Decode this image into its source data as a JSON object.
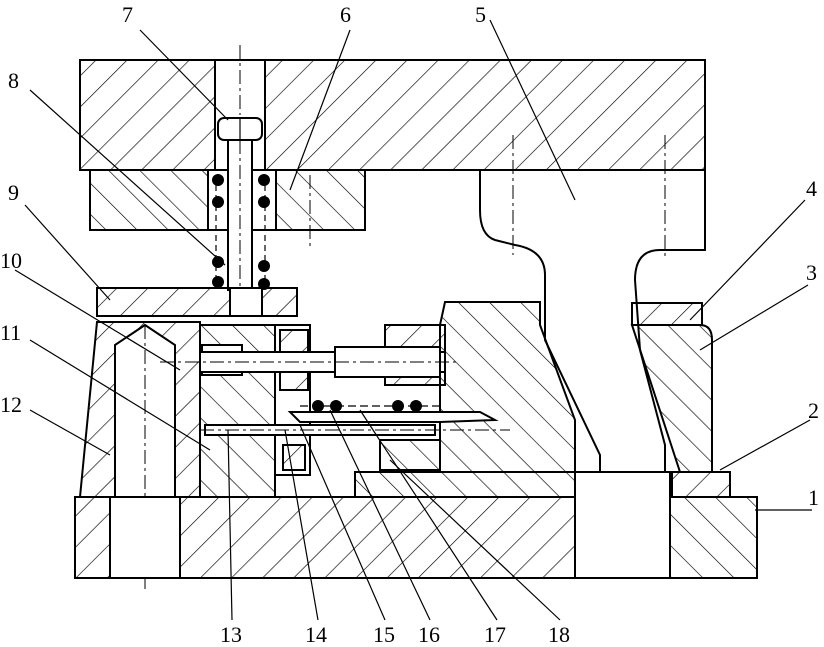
{
  "callouts": [
    {
      "id": "c1",
      "label": "1"
    },
    {
      "id": "c2",
      "label": "2"
    },
    {
      "id": "c3",
      "label": "3"
    },
    {
      "id": "c4",
      "label": "4"
    },
    {
      "id": "c5",
      "label": "5"
    },
    {
      "id": "c6",
      "label": "6"
    },
    {
      "id": "c7",
      "label": "7"
    },
    {
      "id": "c8",
      "label": "8"
    },
    {
      "id": "c9",
      "label": "9"
    },
    {
      "id": "c10",
      "label": "10"
    },
    {
      "id": "c11",
      "label": "11"
    },
    {
      "id": "c12",
      "label": "12"
    },
    {
      "id": "c13",
      "label": "13"
    },
    {
      "id": "c14",
      "label": "14"
    },
    {
      "id": "c15",
      "label": "15"
    },
    {
      "id": "c16",
      "label": "16"
    },
    {
      "id": "c17",
      "label": "17"
    },
    {
      "id": "c18",
      "label": "18"
    }
  ],
  "colors": {
    "line": "#000000",
    "background": "#ffffff"
  }
}
